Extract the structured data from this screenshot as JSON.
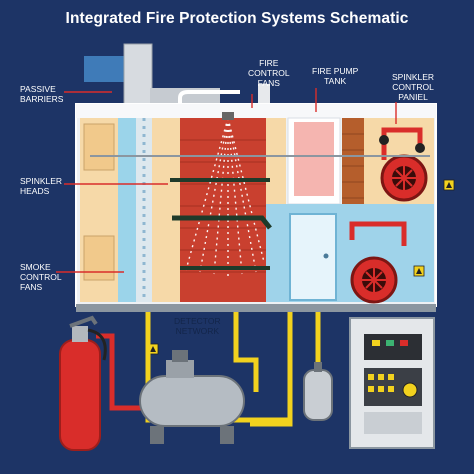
{
  "title": "Integrated Fire Protection Systems Schematic",
  "labels": {
    "passive_barriers": "PASSIVE\nBARRIERS",
    "sprinkler_heads": "SPINKLER\nHEADS",
    "smoke_control_fans": "SMOKE\nCONTROL\nFANS",
    "fire_control_fans": "FIRE\nCONTROL\nFANS",
    "fire_pump_tank": "FIRE PUMP\nTANK",
    "sprinkler_control_panel": "SPINKLER\nCONTROL\nPANIEL",
    "detector_network": "DETECTOR\nNETWORK"
  },
  "colors": {
    "background": "#1d3466",
    "fire_red": "#d92d2a",
    "pipe_yellow": "#f2d21e",
    "wall_brick": "#c9402f",
    "water_blue": "#9fd3ea"
  }
}
